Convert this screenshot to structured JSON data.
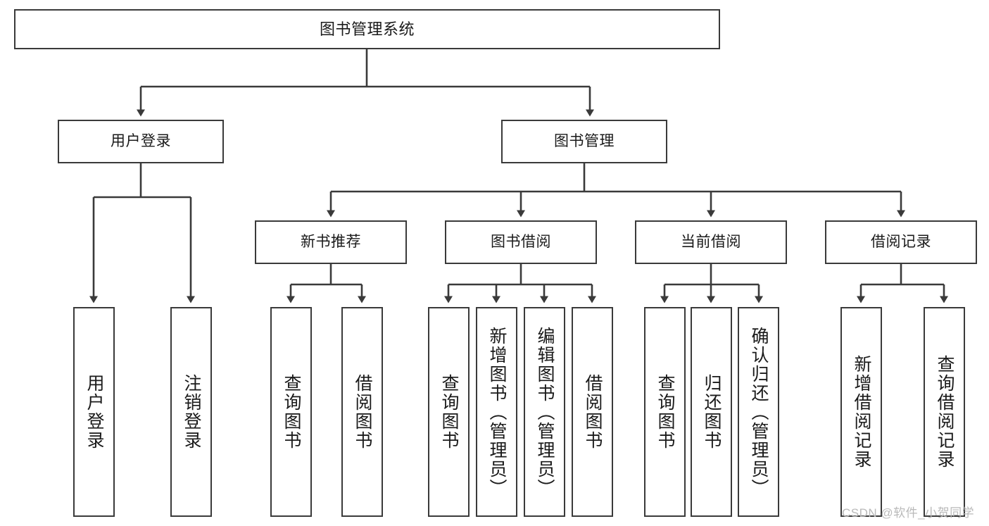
{
  "diagram": {
    "title": "图书管理系统",
    "type": "hierarchy-flowchart",
    "watermark": "CSDN @软件_小贺同学",
    "colors": {
      "border": "#3a3a3a",
      "background": "#ffffff",
      "text": "#1a1a1a",
      "connector": "#3a3a3a",
      "watermark": "#b9b9b9"
    },
    "levels": {
      "root": {
        "label": "图书管理系统"
      },
      "modules": [
        {
          "label": "用户登录"
        },
        {
          "label": "图书管理"
        }
      ],
      "submodules": [
        {
          "label": "新书推荐"
        },
        {
          "label": "图书借阅"
        },
        {
          "label": "当前借阅"
        },
        {
          "label": "借阅记录"
        }
      ],
      "leaves": [
        {
          "label": "用户登录",
          "parent": "用户登录"
        },
        {
          "label": "注销登录",
          "parent": "用户登录"
        },
        {
          "label": "查询图书",
          "parent": "新书推荐"
        },
        {
          "label": "借阅图书",
          "parent": "新书推荐"
        },
        {
          "label": "查询图书",
          "parent": "图书借阅"
        },
        {
          "label": "新增图书（管理员）",
          "parent": "图书借阅"
        },
        {
          "label": "编辑图书（管理员）",
          "parent": "图书借阅"
        },
        {
          "label": "借阅图书",
          "parent": "图书借阅"
        },
        {
          "label": "查询图书",
          "parent": "当前借阅"
        },
        {
          "label": "归还图书",
          "parent": "当前借阅"
        },
        {
          "label": "确认归还（管理员）",
          "parent": "当前借阅"
        },
        {
          "label": "新增借阅记录",
          "parent": "借阅记录"
        },
        {
          "label": "查询借阅记录",
          "parent": "借阅记录"
        }
      ]
    }
  }
}
